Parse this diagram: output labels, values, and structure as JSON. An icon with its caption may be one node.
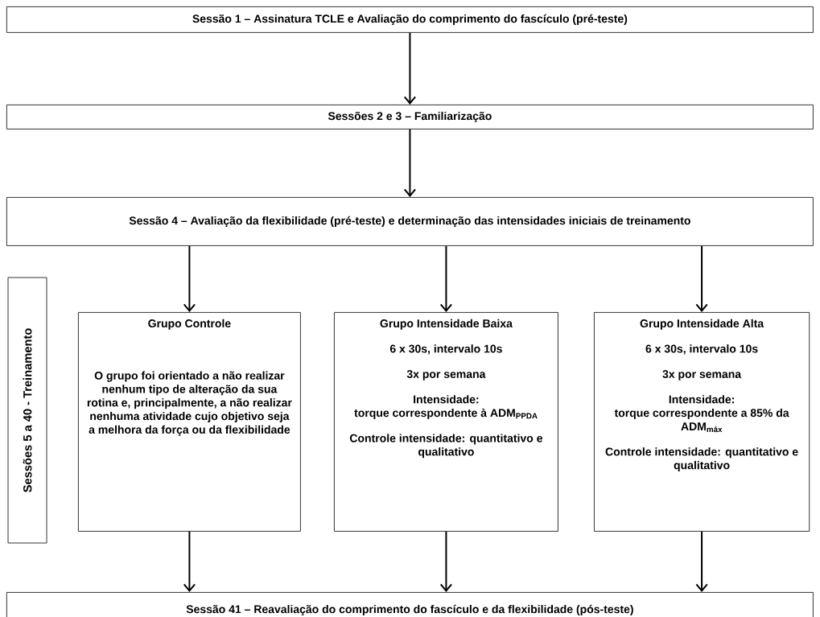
{
  "diagram": {
    "nodes": [
      {
        "text": [
          "Sessão 1 – Assinatura TCLE e Avaliação do comprimento do fascículo (pré-teste)"
        ]
      },
      {
        "text": [
          "Sessões 2 e 3 – Familiarização"
        ]
      },
      {
        "text": [
          "Sessão 4 – Avaliação da flexibilidade (pré-teste) e determinação das intensidades iniciais de treinamento"
        ]
      },
      {
        "text": [
          "Sessões 5 a 40 - Treinamento"
        ]
      },
      {
        "text": [
          "Grupo Controle",
          "O grupo foi orientado a não realizar nenhum tipo de alteração da sua rotina e, principalmente, a não realizar nenhuma atividade cujo objetivo seja a melhora da força ou da flexibilidade"
        ]
      },
      {
        "text": [
          "Grupo Intensidade Baixa",
          "6 x 30s, intervalo 10s",
          "3x por semana",
          "Intensidade:",
          "torque correspondente à ADM$_{PPDA}$",
          "Controle intensidade: quantitativo e qualitativo"
        ]
      },
      {
        "text": [
          "Grupo Intensidade Alta",
          "6 x 30s, intervalo 10s",
          "3x por semana",
          "Intensidade:",
          "torque correspondente a 85% da ADM$_{máx}$",
          "Controle intensidade: quantitativo e qualitativo"
        ]
      },
      {
        "text": [
          "Sessão 41  – Reavaliação do comprimento do fascículo e da flexibilidade (pós-teste)"
        ]
      }
    ],
    "edges": [
      {
        "from": 0,
        "to": 1,
        "arrow": "to"
      },
      {
        "from": 1,
        "to": 2,
        "arrow": "to"
      },
      {
        "from": 2,
        "to": 4,
        "arrow": "to"
      },
      {
        "from": 2,
        "to": 5,
        "arrow": "to"
      },
      {
        "from": 2,
        "to": 6,
        "arrow": "to"
      },
      {
        "from": 4,
        "to": 7,
        "arrow": "to"
      },
      {
        "from": 5,
        "to": 7,
        "arrow": "to"
      },
      {
        "from": 6,
        "to": 7,
        "arrow": "to"
      }
    ]
  }
}
